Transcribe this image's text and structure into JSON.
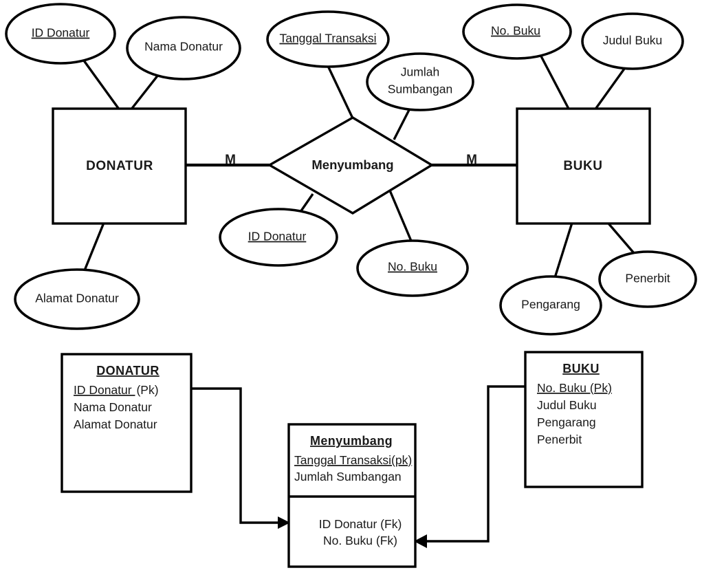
{
  "diagram": {
    "title": "ER Diagram - Donatur Buku",
    "stroke_color": "#000000",
    "fill_color": "#ffffff",
    "text_color": "#1a1a1a"
  },
  "er": {
    "entities": [
      {
        "id": "donatur",
        "label": "DONATUR"
      },
      {
        "id": "buku",
        "label": "BUKU"
      }
    ],
    "relationship": {
      "id": "menyumbang",
      "label": "Menyumbang"
    },
    "cardinalities": [
      {
        "id": "left",
        "label": "M"
      },
      {
        "id": "right",
        "label": "M"
      }
    ],
    "attributes": [
      {
        "id": "id-donatur-top",
        "label": "ID  Donatur",
        "key": true,
        "owner": "donatur"
      },
      {
        "id": "nama-donatur",
        "label": "Nama Donatur",
        "key": false,
        "owner": "donatur"
      },
      {
        "id": "alamat-donatur",
        "label": "Alamat Donatur",
        "key": false,
        "owner": "donatur"
      },
      {
        "id": "tanggal-transaksi",
        "label": "Tanggal Transaksi",
        "key": true,
        "owner": "menyumbang"
      },
      {
        "id": "jumlah-sumbangan",
        "label_line1": "Jumlah",
        "label_line2": "Sumbangan",
        "key": false,
        "owner": "menyumbang"
      },
      {
        "id": "id-donatur-rel",
        "label": "ID Donatur",
        "key": true,
        "owner": "menyumbang"
      },
      {
        "id": "no-buku-rel",
        "label": "No. Buku",
        "key": true,
        "owner": "menyumbang"
      },
      {
        "id": "no-buku-top",
        "label": "No. Buku",
        "key": true,
        "owner": "buku"
      },
      {
        "id": "judul-buku",
        "label": "Judul Buku",
        "key": false,
        "owner": "buku"
      },
      {
        "id": "pengarang",
        "label": "Pengarang",
        "key": false,
        "owner": "buku"
      },
      {
        "id": "penerbit",
        "label": "Penerbit",
        "key": false,
        "owner": "buku"
      }
    ]
  },
  "tables": {
    "donatur": {
      "title": "DONATUR",
      "fields": [
        {
          "name": "ID Donatur ",
          "suffix": "(Pk)",
          "underlined": true
        },
        {
          "name": "Nama Donatur",
          "suffix": "",
          "underlined": false
        },
        {
          "name": "Alamat Donatur",
          "suffix": "",
          "underlined": false
        }
      ]
    },
    "menyumbang": {
      "title": "Menyumbang",
      "fields_top": [
        {
          "name": "Tanggal Transaksi(pk)",
          "suffix": "",
          "underlined": true
        },
        {
          "name": "Jumlah Sumbangan",
          "suffix": "",
          "underlined": false
        }
      ],
      "fields_bottom": [
        {
          "name": "ID Donatur (Fk)",
          "suffix": "",
          "underlined": false
        },
        {
          "name": "No. Buku (Fk)",
          "suffix": "",
          "underlined": false
        }
      ]
    },
    "buku": {
      "title": "BUKU ",
      "fields": [
        {
          "name": "No. Buku (Pk)",
          "suffix": "",
          "underlined": true
        },
        {
          "name": "Judul Buku",
          "suffix": "",
          "underlined": false
        },
        {
          "name": "Pengarang",
          "suffix": "",
          "underlined": false
        },
        {
          "name": "Penerbit",
          "suffix": "",
          "underlined": false
        }
      ]
    }
  }
}
